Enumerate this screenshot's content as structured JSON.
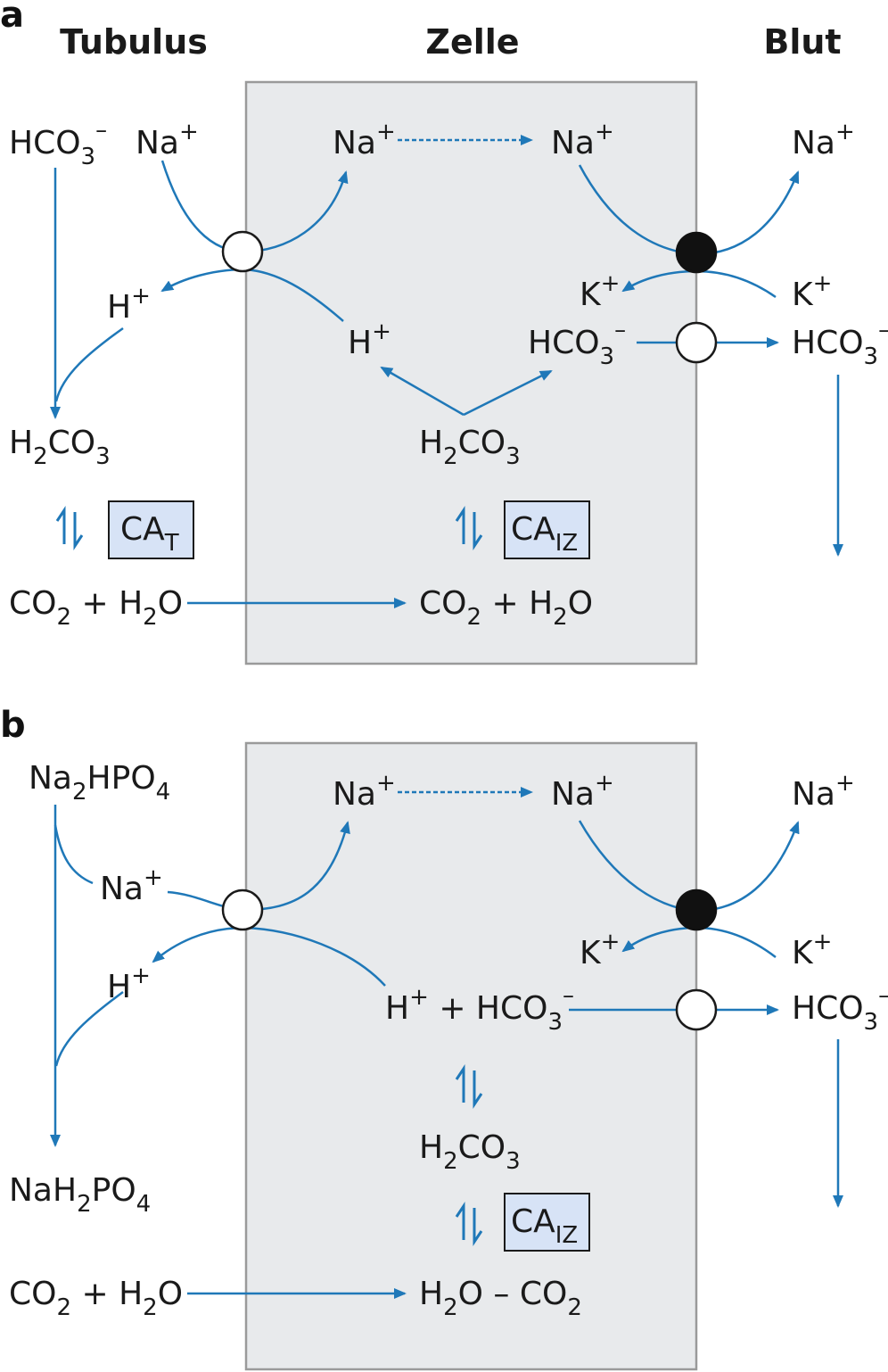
{
  "panel_a": {
    "label": "a",
    "headers": {
      "tubulus": "Tubulus",
      "zelle": "Zelle",
      "blut": "Blut"
    },
    "hco3_tubulus": {
      "base": "HCO",
      "sub": "3",
      "sup": "–"
    },
    "na_tubulus": {
      "base": "Na",
      "sup": "+"
    },
    "na_cell_left": {
      "base": "Na",
      "sup": "+"
    },
    "na_cell_right": {
      "base": "Na",
      "sup": "+"
    },
    "na_blut": {
      "base": "Na",
      "sup": "+"
    },
    "h_tubulus": {
      "base": "H",
      "sup": "+"
    },
    "h_cell": {
      "base": "H",
      "sup": "+"
    },
    "k_cell": {
      "base": "K",
      "sup": "+"
    },
    "k_blut": {
      "base": "K",
      "sup": "+"
    },
    "hco3_cell": {
      "base": "HCO",
      "sub": "3",
      "sup": "–"
    },
    "hco3_blut": {
      "base": "HCO",
      "sub": "3",
      "sup": "–"
    },
    "h2co3_tubulus": {
      "a": "H",
      "s1": "2",
      "b": "CO",
      "s2": "3"
    },
    "h2co3_cell": {
      "a": "H",
      "s1": "2",
      "b": "CO",
      "s2": "3"
    },
    "enzyme_tubulus": {
      "base": "CA",
      "sub": "T"
    },
    "enzyme_cell": {
      "base": "CA",
      "sub": "IZ"
    },
    "co2_h2o_tubulus": {
      "a": "CO",
      "s1": "2",
      "b": " + H",
      "s2": "2",
      "c": "O"
    },
    "co2_h2o_cell": {
      "a": "CO",
      "s1": "2",
      "b": " + H",
      "s2": "2",
      "c": "O"
    }
  },
  "panel_b": {
    "label": "b",
    "na2hpo4": {
      "a": "Na",
      "s1": "2",
      "b": "HPO",
      "s2": "4"
    },
    "na_tubulus": {
      "base": "Na",
      "sup": "+"
    },
    "na_cell_left": {
      "base": "Na",
      "sup": "+"
    },
    "na_cell_right": {
      "base": "Na",
      "sup": "+"
    },
    "na_blut": {
      "base": "Na",
      "sup": "+"
    },
    "h_tubulus": {
      "base": "H",
      "sup": "+"
    },
    "k_cell": {
      "base": "K",
      "sup": "+"
    },
    "k_blut": {
      "base": "K",
      "sup": "+"
    },
    "h_hco3_cell": {
      "a": "H",
      "sup1": "+",
      "b": " + HCO",
      "s": "3",
      "sup2": "–"
    },
    "hco3_blut": {
      "base": "HCO",
      "sub": "3",
      "sup": "–"
    },
    "h2co3_cell": {
      "a": "H",
      "s1": "2",
      "b": "CO",
      "s2": "3"
    },
    "enzyme_cell": {
      "base": "CA",
      "sub": "IZ"
    },
    "nah2po4": {
      "a": "NaH",
      "s1": "2",
      "b": "PO",
      "s2": "4"
    },
    "co2_h2o_tubulus": {
      "a": "CO",
      "s1": "2",
      "b": " + H",
      "s2": "2",
      "c": "O"
    },
    "h2o_co2_cell": {
      "a": "H",
      "s1": "2",
      "b": "O – CO",
      "s2": "2"
    }
  }
}
